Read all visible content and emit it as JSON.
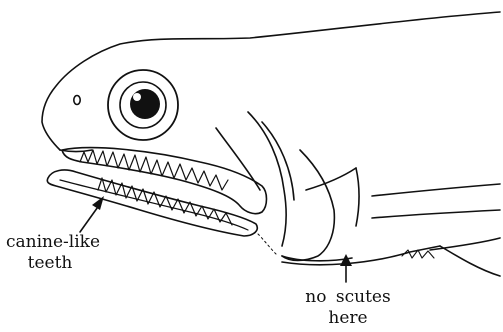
{
  "labels": {
    "teeth": [
      "canine-like",
      "teeth"
    ],
    "scutes": [
      "no scutes",
      "here"
    ]
  },
  "colors": {
    "ink": "#111111",
    "background": "#ffffff"
  }
}
